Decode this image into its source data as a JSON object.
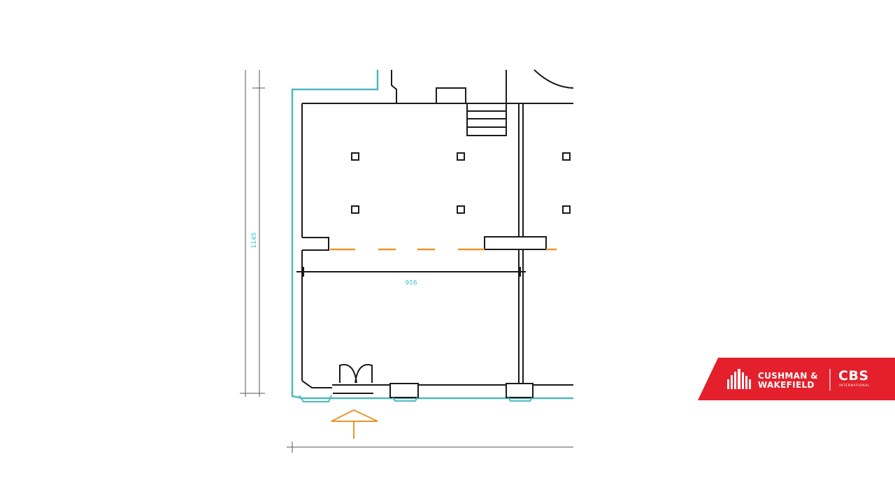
{
  "floorplan": {
    "dimension_vertical": "1145",
    "dimension_horizontal": "916",
    "wall_color": "#1a1a1a",
    "outer_wall_color": "#4fb8c0",
    "dimension_color": "#555555",
    "dimension_text_color": "#2fc6d6",
    "entrance_color": "#e8962e",
    "icon": "entrance-arrow-icon"
  },
  "brand": {
    "company_line1": "CUSHMAN &",
    "company_line2": "WAKEFIELD",
    "partner_name": "CBS",
    "partner_sub": "INTERNATIONAL",
    "color": "#e3202b",
    "icon": "building-logo-icon"
  }
}
